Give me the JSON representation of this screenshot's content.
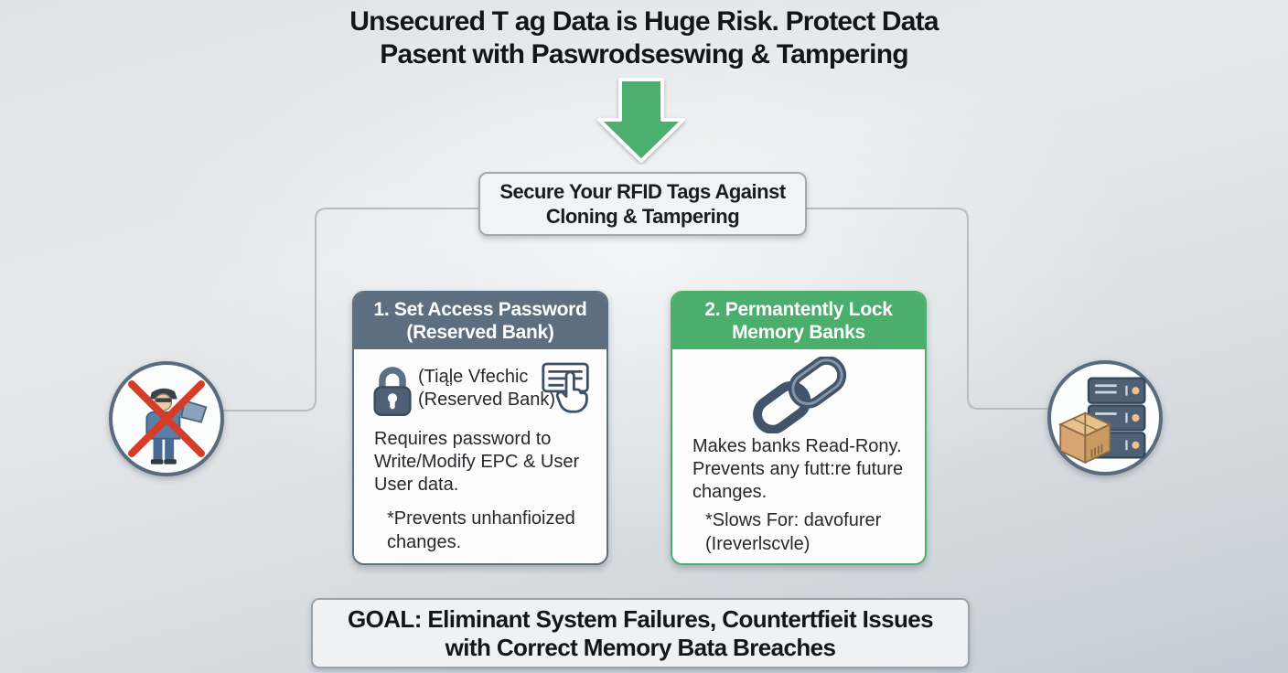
{
  "title": {
    "line1": "Unsecured T ag Data is Huge Risk. Protect Data",
    "line2": "Pasent with Paswrodseswing & Tampering"
  },
  "flow": {
    "secure_box": {
      "line1": "Secure Your RFID Tags Against",
      "line2": "Cloning & Tampering"
    }
  },
  "cards": [
    {
      "header_line1": "1. Set Access Password",
      "header_line2": "(Reserved Bank)",
      "caption_line1": "(Tiąļe Vfechic",
      "caption_line2": "(Reserved Bank)",
      "body_lines": [
        "Requires password to",
        "Write/Modify EPC & User",
        "User data."
      ],
      "note_lines": [
        "*Prevents unhanfioized",
        "changes."
      ]
    },
    {
      "header_line1": "2. Permantently Lock",
      "header_line2": "Memory Banks",
      "body_lines": [
        "Makes banks Read-Rony.",
        "Prevents any futt:re future",
        "changes."
      ],
      "note_lines": [
        "*Slows For: davofurer",
        "(Ireverlscvle)"
      ]
    }
  ],
  "goal": {
    "line1": "GOAL: Eliminant System Failures, Countertfieit Issues",
    "line2": "with Correct Memory Bata Breaches"
  },
  "icons": {
    "down_arrow": "⬇",
    "padlock": "🔒",
    "card_tap_hand": "👆",
    "chain_links": "🔗",
    "no_unauthorized_person": "🚫",
    "server_inventory_box": "📦"
  },
  "colors": {
    "background_top": "#e6e9eb",
    "background_bottom": "#c3ccd4",
    "arrow_green": "#4caf6e",
    "card1_header_slate": "#5d6e81",
    "card2_header_green": "#4cae6c",
    "panel_background": "#f2f3f4",
    "connector_gray": "#b5bcc3",
    "circle_border_slate": "#5a6b7e",
    "alert_red": "#d63c2a",
    "icon_slate": "#41546a",
    "text_dark": "#1b1c1e"
  }
}
